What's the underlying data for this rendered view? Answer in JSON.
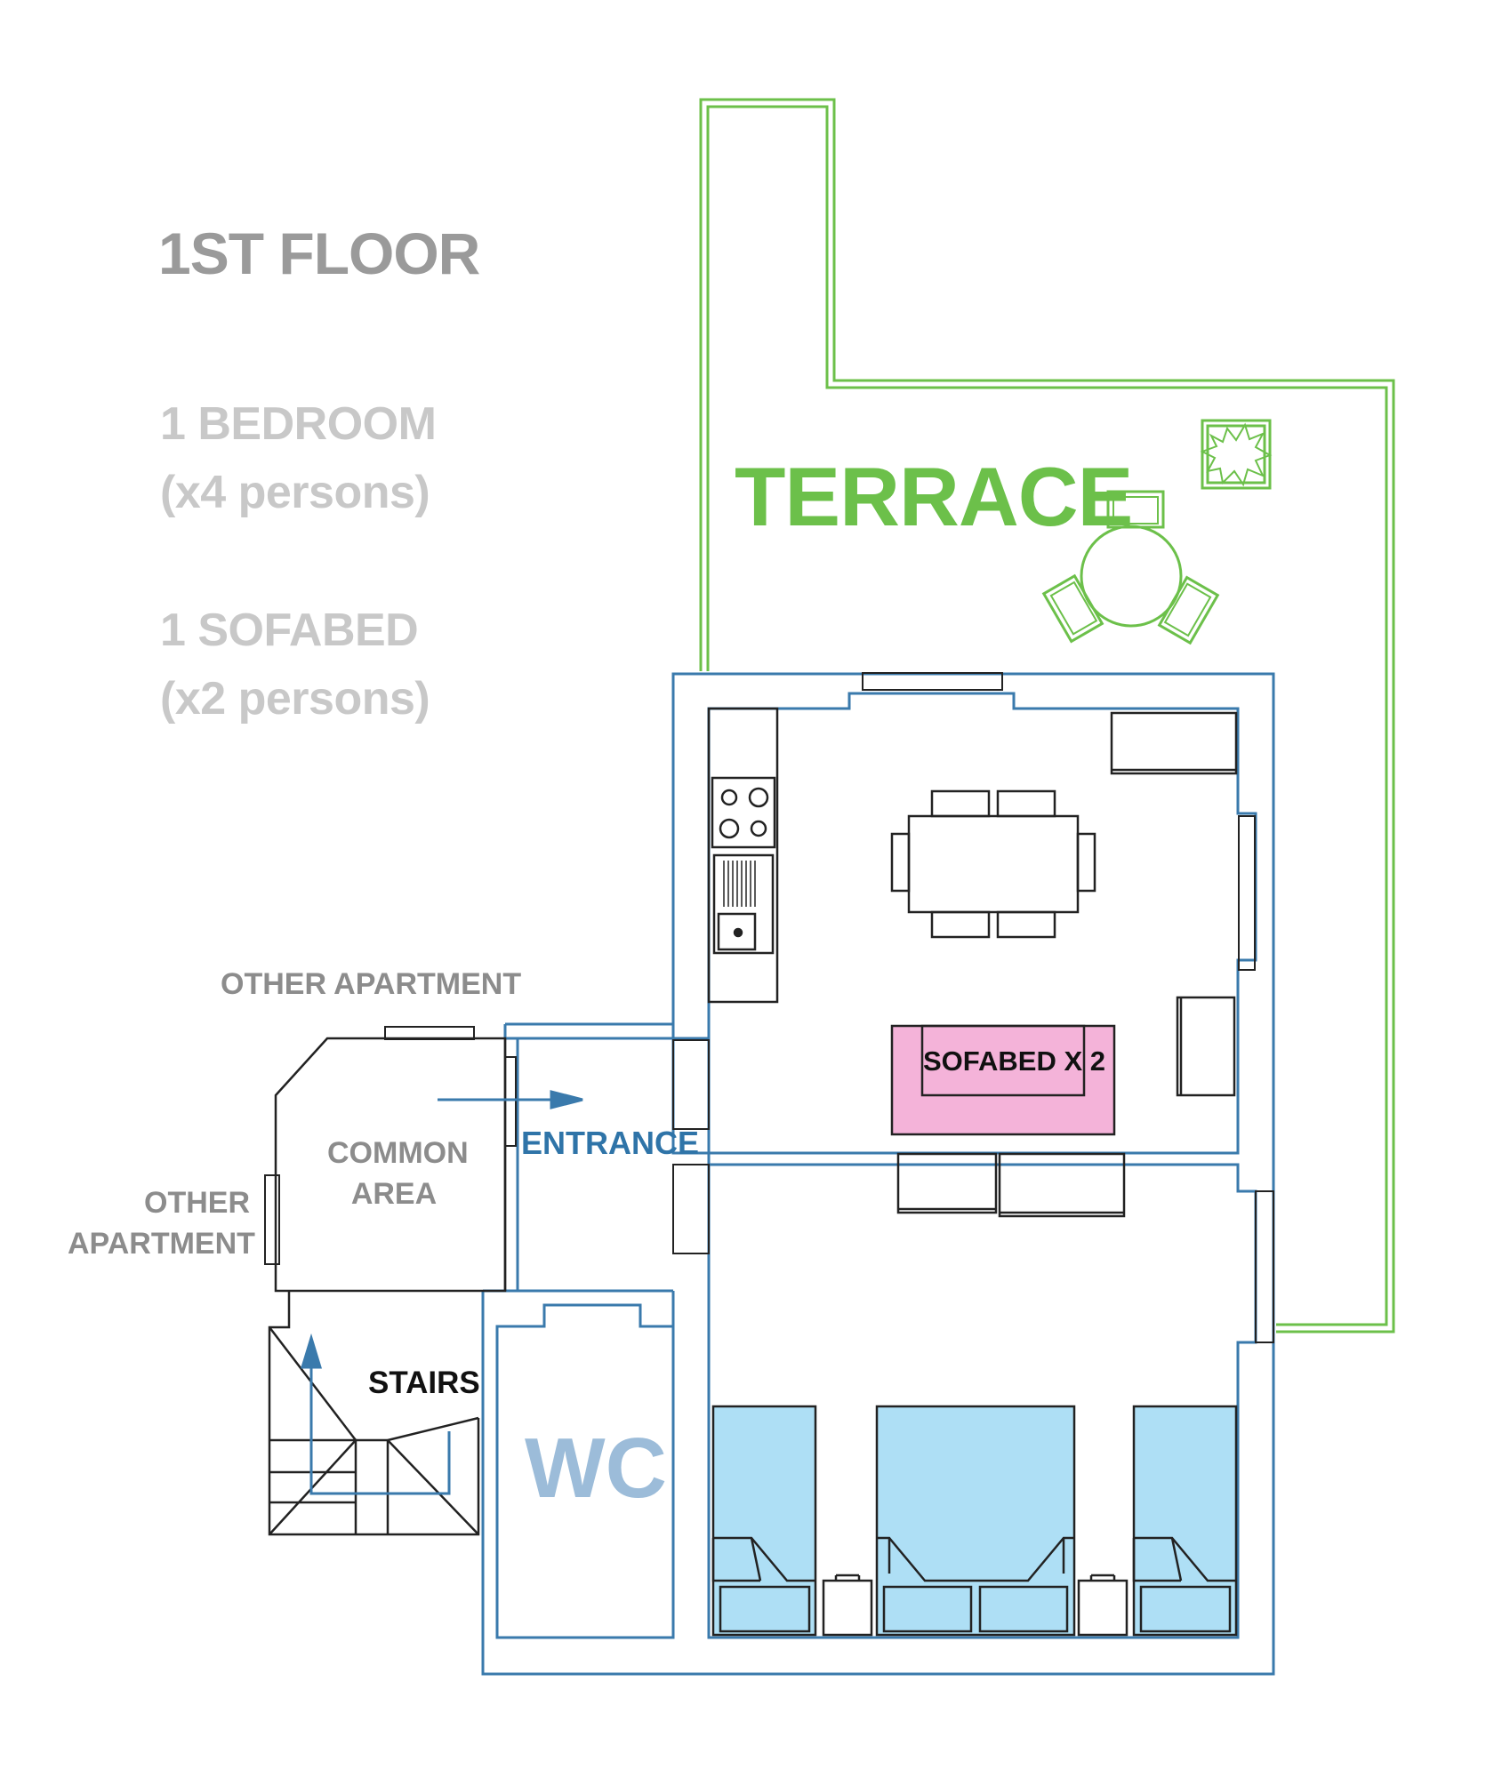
{
  "title": "1ST FLOOR",
  "capacity": {
    "bedroom_line": "1 BEDROOM",
    "bedroom_persons": "(x4 persons)",
    "sofabed_line": "1 SOFABED",
    "sofabed_persons": "(x2 persons)"
  },
  "labels": {
    "terrace": "TERRACE",
    "other_apartment_top": "OTHER APARTMENT",
    "other_apartment_left_1": "OTHER",
    "other_apartment_left_2": "APARTMENT",
    "common_area_1": "COMMON",
    "common_area_2": "AREA",
    "entrance": "ENTRANCE",
    "stairs": "STAIRS",
    "wc": "WC",
    "sofabed": "SOFABED X 2"
  },
  "colors": {
    "wall": "#3a7aac",
    "terrace": "#6cc04a",
    "bed_fill": "#aedff5",
    "sofabed_fill": "#f4b3d9",
    "furniture": "#222222"
  }
}
